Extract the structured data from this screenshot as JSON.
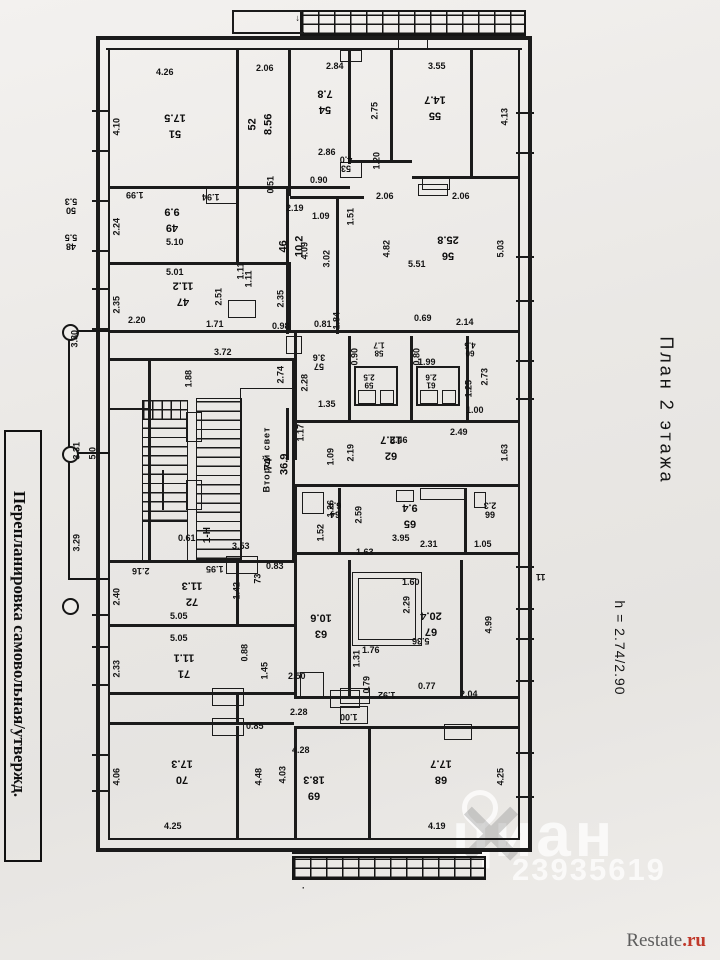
{
  "document": {
    "plan_title": "План 2 этажа",
    "ceiling_height": "h = 2.74/2.90",
    "stamp_text": "Перепланировка самовольная/утвержд."
  },
  "watermarks": {
    "brand": "циан",
    "listing_id": "23935619",
    "source_prefix": "Restate",
    "source_suffix": ".ru"
  },
  "zones": {
    "stairwell_label": "Второй свет",
    "unit_label": "1-Н"
  },
  "rooms": [
    {
      "number": "51",
      "area": "17.5"
    },
    {
      "number": "52",
      "area": "8.56"
    },
    {
      "number": "54",
      "area": "7.8"
    },
    {
      "number": "55",
      "area": "14.7"
    },
    {
      "number": "53",
      "area": "4.0"
    },
    {
      "number": "49",
      "area": "9.9"
    },
    {
      "number": "46",
      "area": "10.2"
    },
    {
      "number": "47",
      "area": "11.2"
    },
    {
      "number": "56",
      "area": "25.8"
    },
    {
      "number": "57",
      "area": "3.6"
    },
    {
      "number": "58",
      "area": "1.7"
    },
    {
      "number": "59",
      "area": "2.5"
    },
    {
      "number": "60",
      "area": "4.5"
    },
    {
      "number": "61",
      "area": "2.6"
    },
    {
      "number": "62",
      "area": "12.7"
    },
    {
      "number": "74",
      "area": "36.9"
    },
    {
      "number": "63",
      "area": "10.6"
    },
    {
      "number": "64",
      "area": "6.4"
    },
    {
      "number": "65",
      "area": "9.4"
    },
    {
      "number": "66",
      "area": "2.3"
    },
    {
      "number": "67",
      "area": "20.4"
    },
    {
      "number": "68",
      "area": "17.7"
    },
    {
      "number": "69",
      "area": "18.3"
    },
    {
      "number": "70",
      "area": "17.3"
    },
    {
      "number": "71",
      "area": "11.1"
    },
    {
      "number": "72",
      "area": "11.3"
    },
    {
      "number": "73",
      "area": ""
    }
  ],
  "edge_markers": [
    {
      "number": "50",
      "area": "5.3"
    },
    {
      "number": "48",
      "area": "5.5"
    }
  ],
  "dimensions": {
    "top": [
      "4.26",
      "2.06",
      "2.84",
      "3.55"
    ],
    "left": [
      "4.10",
      "2.24",
      "2.35",
      "2.40",
      "2.33",
      "4.06"
    ],
    "right": [
      "4.13",
      "5.03",
      "2.73",
      "1.63",
      "4.99",
      "4.25"
    ],
    "chain_left": [
      "3.30",
      "3.31",
      "5.0",
      "3.29"
    ],
    "row_a": [
      "1.99",
      "1.94",
      "2.19",
      "1.09",
      "2.06"
    ],
    "row_b": [
      "5.10",
      "4.09",
      "3.02",
      "5.51",
      "4.82"
    ],
    "row_c": [
      "5.01",
      "2.51",
      "1.11",
      "2.35",
      "2.74"
    ],
    "row_d": [
      "2.20",
      "1.71",
      "0.98",
      "0.81",
      "0.69",
      "2.14"
    ],
    "row_e": [
      "3.72",
      "1.88",
      "2.28",
      "1.35",
      "2.19",
      "6.46",
      "2.49"
    ],
    "row_f": [
      "0.61",
      "3.53",
      "1.17",
      "1.09",
      "2.59",
      "3.95",
      "2.31",
      "1.05"
    ],
    "row_g": [
      "2.16",
      "1.95",
      "1.42",
      "0.83",
      "1.63",
      "1.60",
      "2.29",
      "5.36",
      "1.76"
    ],
    "row_h": [
      "5.05",
      "0.88",
      "1.45",
      "1.31",
      "0.77",
      "1.92",
      "2.04",
      "1.00"
    ],
    "row_i": [
      "2.50",
      "2.28",
      "0.85",
      "4.28",
      "4.48",
      "4.03",
      "4.19",
      "4.25"
    ],
    "misc": [
      "2.75",
      "1.20",
      "2.86",
      "0.90",
      "0.51",
      "1.51",
      "1.11",
      "1.25",
      "1.00",
      "1.99",
      "0.80",
      "0.90",
      "1.84",
      "0.79",
      "1.26",
      "1.52",
      "2.06"
    ]
  }
}
